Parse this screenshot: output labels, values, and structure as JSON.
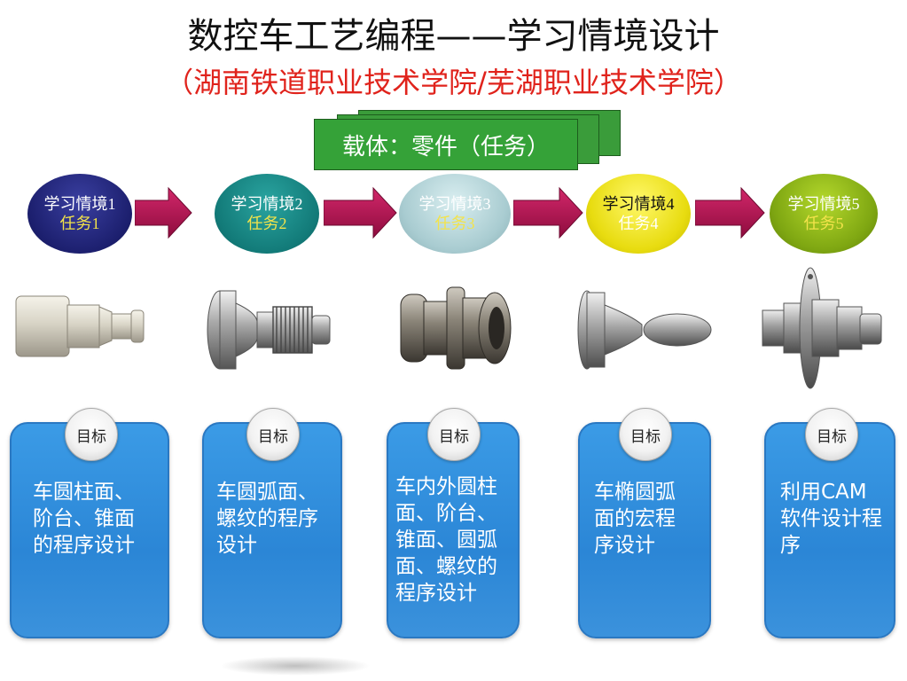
{
  "title": "数控车工艺编程——学习情境设计",
  "subtitle": "（湖南铁道职业技术学院/芜湖职业技术学院）",
  "carrier": "载体：零件（任务）",
  "colors": {
    "subtitle": "#e0231c",
    "carrier_green": "#35a238",
    "arrow": "#b0124f",
    "goal_blue": "#2b86d6"
  },
  "stages": [
    {
      "line1": "学习情境1",
      "line2": "任务1"
    },
    {
      "line1": "学习情境2",
      "line2": "任务2"
    },
    {
      "line1": "学习情境3",
      "line2": "任务3"
    },
    {
      "line1": "学习情境4",
      "line2": "任务4"
    },
    {
      "line1": "学习情境5",
      "line2": "任务5"
    }
  ],
  "goals": [
    {
      "badge": "目标",
      "text": "车圆柱面、阶台、锥面的程序设计"
    },
    {
      "badge": "目标",
      "text": "车圆弧面、螺纹的程序设计"
    },
    {
      "badge": "目标",
      "text": "车内外圆柱面、阶台、锥面、圆弧面、螺纹的程序设计"
    },
    {
      "badge": "目标",
      "text": "车椭圆弧面的宏程序设计"
    },
    {
      "badge": "目标",
      "text": "利用CAM软件设计程序"
    }
  ],
  "parts": [
    "cylinder-part-icon",
    "thread-shaft-part-icon",
    "sleeve-part-icon",
    "ellipsoid-shaft-part-icon",
    "flange-shaft-part-icon"
  ]
}
